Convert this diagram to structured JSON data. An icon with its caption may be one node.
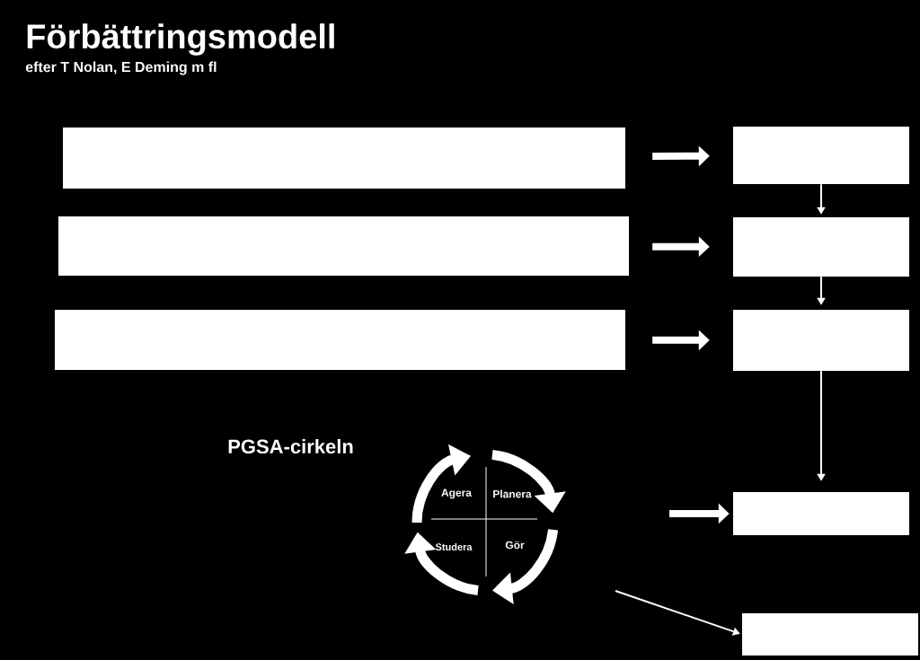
{
  "diagram": {
    "title": "Förbättringsmodell",
    "labels": [
      "efter T Nolan, E Deming m fl"
    ],
    "nodes": [
      {
        "text": [],
        "shape": "box"
      },
      {
        "text": [],
        "shape": "box"
      },
      {
        "text": [],
        "shape": "box"
      },
      {
        "text": [],
        "shape": "box"
      },
      {
        "text": [],
        "shape": "box"
      },
      {
        "text": [],
        "shape": "box"
      },
      {
        "text": [],
        "shape": "box"
      },
      {
        "text": [],
        "shape": "box"
      },
      {
        "text": [
          "PGSA-cirkeln",
          "Agera",
          "Planera",
          "Studera",
          "Gör"
        ]
      }
    ],
    "edges": [
      {
        "from": 0,
        "to": 3,
        "arrow": "to",
        "style": "thick"
      },
      {
        "from": 1,
        "to": 4,
        "arrow": "to",
        "style": "thick"
      },
      {
        "from": 2,
        "to": 5,
        "arrow": "to",
        "style": "thick"
      },
      {
        "from": 3,
        "to": 4,
        "arrow": "to"
      },
      {
        "from": 4,
        "to": 5,
        "arrow": "to"
      },
      {
        "from": 5,
        "to": 6,
        "arrow": "to"
      },
      {
        "from": null,
        "to": 6,
        "arrow": "to",
        "style": "thick"
      },
      {
        "from": null,
        "to": 7,
        "arrow": "to"
      }
    ]
  }
}
